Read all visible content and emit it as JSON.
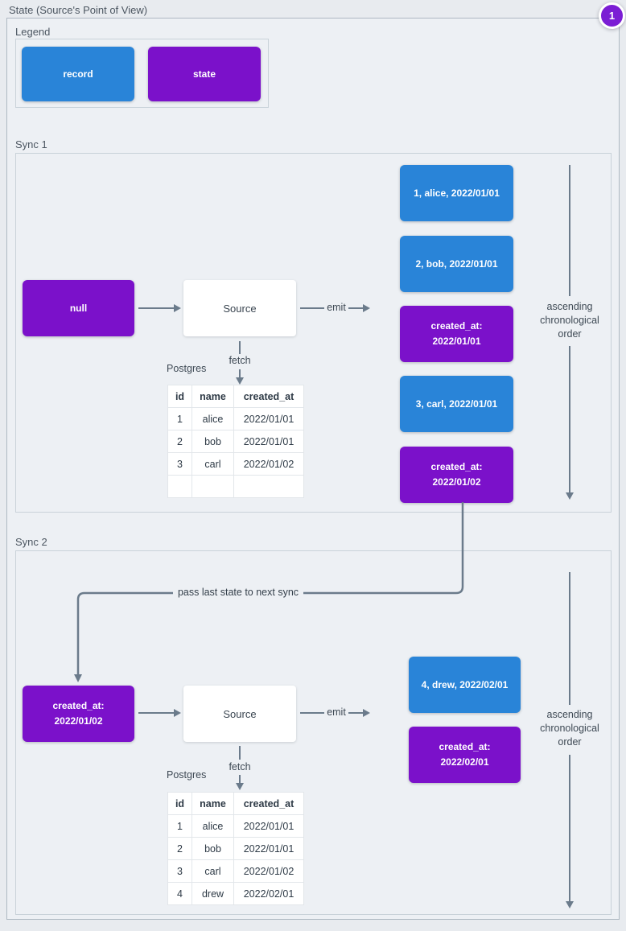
{
  "title": "State (Source's Point of View)",
  "badge": "1",
  "legend": {
    "label": "Legend",
    "record_label": "record",
    "state_label": "state"
  },
  "labels": {
    "source": "Source",
    "emit": "emit",
    "fetch": "fetch",
    "db": "Postgres",
    "pass": "pass last state to next sync",
    "order": [
      "ascending",
      "chronological",
      "order"
    ]
  },
  "sync1": {
    "label": "Sync 1",
    "input_state": [
      "null"
    ],
    "table": {
      "headers": [
        "id",
        "name",
        "created_at"
      ],
      "rows": [
        [
          "1",
          "alice",
          "2022/01/01"
        ],
        [
          "2",
          "bob",
          "2022/01/01"
        ],
        [
          "3",
          "carl",
          "2022/01/02"
        ],
        [
          "",
          "",
          ""
        ]
      ]
    },
    "emitted": [
      {
        "kind": "record",
        "lines": [
          "1, alice, 2022/01/01"
        ]
      },
      {
        "kind": "record",
        "lines": [
          "2, bob, 2022/01/01"
        ]
      },
      {
        "kind": "state",
        "lines": [
          "created_at:",
          "2022/01/01"
        ]
      },
      {
        "kind": "record",
        "lines": [
          "3, carl, 2022/01/01"
        ]
      },
      {
        "kind": "state",
        "lines": [
          "created_at:",
          "2022/01/02"
        ]
      }
    ]
  },
  "sync2": {
    "label": "Sync 2",
    "input_state": [
      "created_at:",
      "2022/01/02"
    ],
    "table": {
      "headers": [
        "id",
        "name",
        "created_at"
      ],
      "rows": [
        [
          "1",
          "alice",
          "2022/01/01"
        ],
        [
          "2",
          "bob",
          "2022/01/01"
        ],
        [
          "3",
          "carl",
          "2022/01/02"
        ],
        [
          "4",
          "drew",
          "2022/02/01"
        ]
      ]
    },
    "emitted": [
      {
        "kind": "record",
        "lines": [
          "4, drew, 2022/02/01"
        ]
      },
      {
        "kind": "state",
        "lines": [
          "created_at:",
          "2022/02/01"
        ]
      }
    ]
  },
  "colors": {
    "record_blue": "#2984d8",
    "state_purple": "#7b11ca",
    "badge_purple": "#7b1dd4",
    "arrow_gray": "#6b7b8b"
  }
}
